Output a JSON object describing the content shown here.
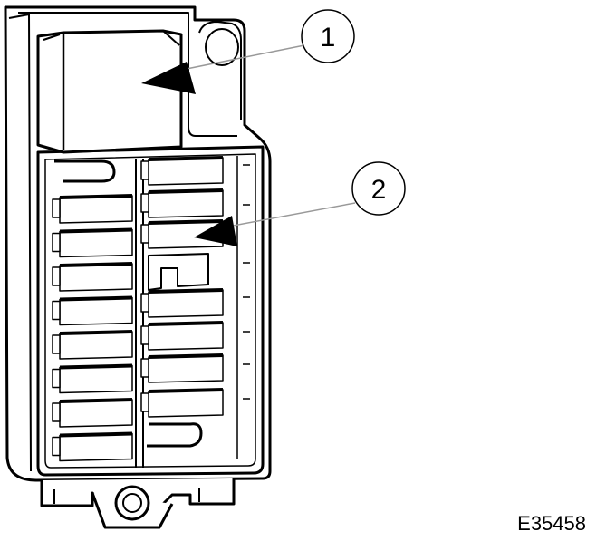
{
  "callouts": [
    {
      "label": "1"
    },
    {
      "label": "2"
    }
  ],
  "figure_id": "E35458",
  "colors": {
    "line": "#000000",
    "fill": "#ffffff",
    "leader": "#999999"
  }
}
